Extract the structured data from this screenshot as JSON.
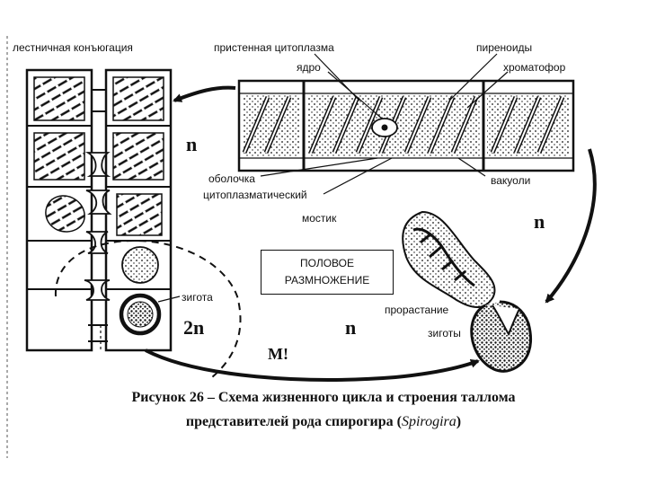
{
  "labels": {
    "ladder_conjugation": "лестничная конъюгация",
    "parietal_cytoplasm": "пристенная цитоплазма",
    "pyrenoids": "пиреноиды",
    "nucleus": "ядро",
    "chromatophore": "хроматофор",
    "membrane": "оболочка",
    "cytoplasmic": "цитоплазматический",
    "bridge": "мостик",
    "vacuoles": "вакуоли",
    "zygote": "зигота",
    "germination": "прорастание",
    "zygotes": "зиготы"
  },
  "ploidy": {
    "n_top": "n",
    "n_right": "n",
    "n_center": "n",
    "two_n": "2n",
    "meiosis": "М!"
  },
  "box": {
    "line1": "ПОЛОВОЕ",
    "line2": "РАЗМНОЖЕНИЕ"
  },
  "caption": {
    "line1": "Рисунок 26 – Схема жизненного цикла и строения таллома",
    "line2_before": "представителей рода спирогира (",
    "line2_italic": "Spirogira",
    "line2_after": ")"
  }
}
